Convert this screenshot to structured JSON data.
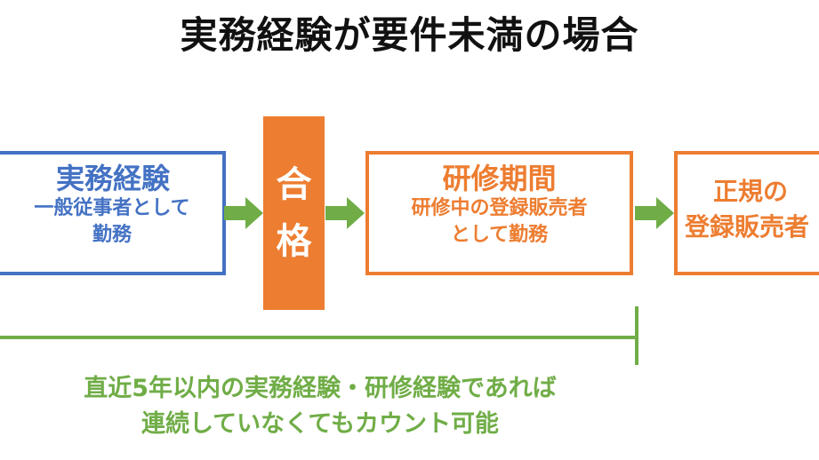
{
  "title": "実務経験が要件未満の場合",
  "steps": [
    {
      "heading": "実務経験",
      "lines": [
        "一般従事者として",
        "勤務"
      ]
    },
    {
      "heading": "研修期間",
      "lines": [
        "研修中の登録販売者",
        "として勤務"
      ]
    },
    {
      "heading": "正規の",
      "lines": [
        "登録販売者"
      ]
    }
  ],
  "pass": {
    "chars": [
      "合",
      "格"
    ]
  },
  "note": {
    "lines": [
      "直近5年以内の実務経験・研修経験であれば",
      "連続していなくてもカウント可能"
    ]
  },
  "colors": {
    "blue": "#4472c4",
    "orange": "#ed7d31",
    "green": "#70ad47"
  }
}
